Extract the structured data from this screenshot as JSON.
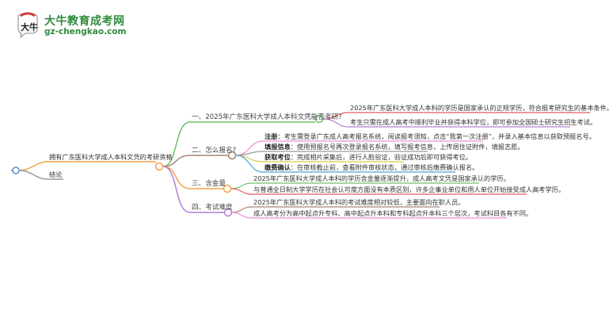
{
  "logo": {
    "title": "大牛教育成考网",
    "url": "gz-chengkao.com",
    "badge_text": "大牛",
    "brand_color": "#2e8b3c"
  },
  "root": {
    "title": "拥有广东医科大学成人本科文凭的考研资格",
    "conclusion": "结论"
  },
  "branches": [
    {
      "label": "一、2025年广东医科大学成人本科文凭能否考研?",
      "color": "#6cc06a",
      "children": [
        {
          "text": "2025年广东医科大学成人本科的学历是国家承认的正规学历，符合报考研究生的基本条件。",
          "color": "#e85a5a"
        },
        {
          "text": "考生只需在成人高考中顺利毕业并获得本科学位，即可参加全国硕士研究生招生考试。",
          "color": "#b07fd6"
        }
      ]
    },
    {
      "label": "二、怎么报名?",
      "color": "#a88478",
      "children": [
        {
          "bold": "注册",
          "text": "：考生需登录广东成人高考报名系统，阅读报考须知，点击“我第一次注册”，并录入基本信息以获取预报名号。",
          "color": "#f08ad0"
        },
        {
          "bold": "填报信息",
          "text": "：使用预报名号再次登录报名系统，填写报考信息，上传居住证附件，填报志愿。",
          "color": "#9a9a9a"
        },
        {
          "bold": "获取考位",
          "text": "：完成相片采集后，进行人脸验证，验证成功后即可获得考位。",
          "color": "#d6cf48"
        },
        {
          "bold": "缴费确认",
          "text": "：在审核截止前，查看附件审核状态，通过审核后缴费确认报名。",
          "color": "#4aa3d8"
        }
      ]
    },
    {
      "label": "三、含金量",
      "color": "#f5a04a",
      "children": [
        {
          "text": "2025年广东医科大学成人本科的学历含金量逐渐提升，成人高考文凭是国家承认的学历。",
          "color": "#6cc06a"
        },
        {
          "text": "与普通全日制大学学历在社会认可度方面没有本质区别，许多企事业单位和用人单位开始接受成人高考学历。",
          "color": "#e85a5a"
        }
      ]
    },
    {
      "label": "四、考试难度",
      "color": "#b07fd6",
      "children": [
        {
          "text": "2025年广东医科大学成人本科的考试难度相对较低，主要面向在职人员。",
          "color": "#a88478"
        },
        {
          "text": "成人高考分为高中起点升专科、高中起点升本科和专科起点升本科三个层次，考试科目各有不同。",
          "color": "#f08ad0"
        }
      ]
    }
  ],
  "colors": {
    "root_line": "#f5a04a",
    "conclusion_line": "#9a9a9a",
    "origin_node": "#5b8fd6"
  }
}
